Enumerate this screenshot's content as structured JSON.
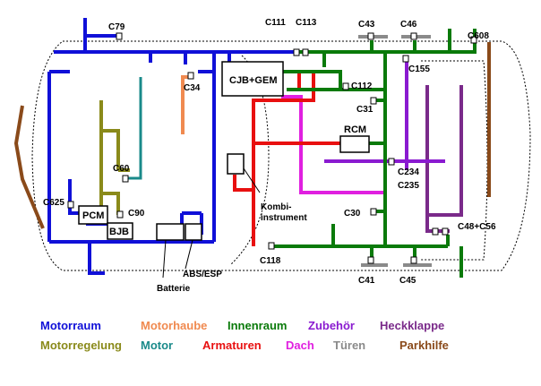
{
  "modules": {
    "cjb_gem": "CJB+GEM",
    "pcm": "PCM",
    "bjb": "BJB",
    "rcm": "RCM"
  },
  "labels": {
    "kombi_line1": "Kombi-",
    "kombi_line2": "instrument",
    "abs_esp": "ABS/ESP",
    "batterie": "Batterie"
  },
  "connectors": {
    "c79": "C79",
    "c111": "C111",
    "c113": "C113",
    "c43": "C43",
    "c46": "C46",
    "c608": "C608",
    "c34": "C34",
    "c155": "C155",
    "c112": "C112",
    "c31": "C31",
    "c60": "C60",
    "c625": "C625",
    "c90": "C90",
    "c234": "C234",
    "c235": "C235",
    "c30": "C30",
    "c48_c56": "C48+C56",
    "c118": "C118",
    "c41": "C41",
    "c45": "C45"
  },
  "legend": [
    {
      "label": "Motorraum",
      "color": "#1010d8"
    },
    {
      "label": "Motorhaube",
      "color": "#f08a50"
    },
    {
      "label": "Innenraum",
      "color": "#0a7a0a"
    },
    {
      "label": "Zubehör",
      "color": "#8a1ad0"
    },
    {
      "label": "Heckklappe",
      "color": "#7a2a8a"
    },
    {
      "label": "Motorregelung",
      "color": "#8a8a1a"
    },
    {
      "label": "Motor",
      "color": "#1a8a8a"
    },
    {
      "label": "Armaturen",
      "color": "#e81010"
    },
    {
      "label": "Dach",
      "color": "#e020e0"
    },
    {
      "label": "Türen",
      "color": "#8a8a8a"
    },
    {
      "label": "Parkhilfe",
      "color": "#8a4a1a"
    }
  ]
}
